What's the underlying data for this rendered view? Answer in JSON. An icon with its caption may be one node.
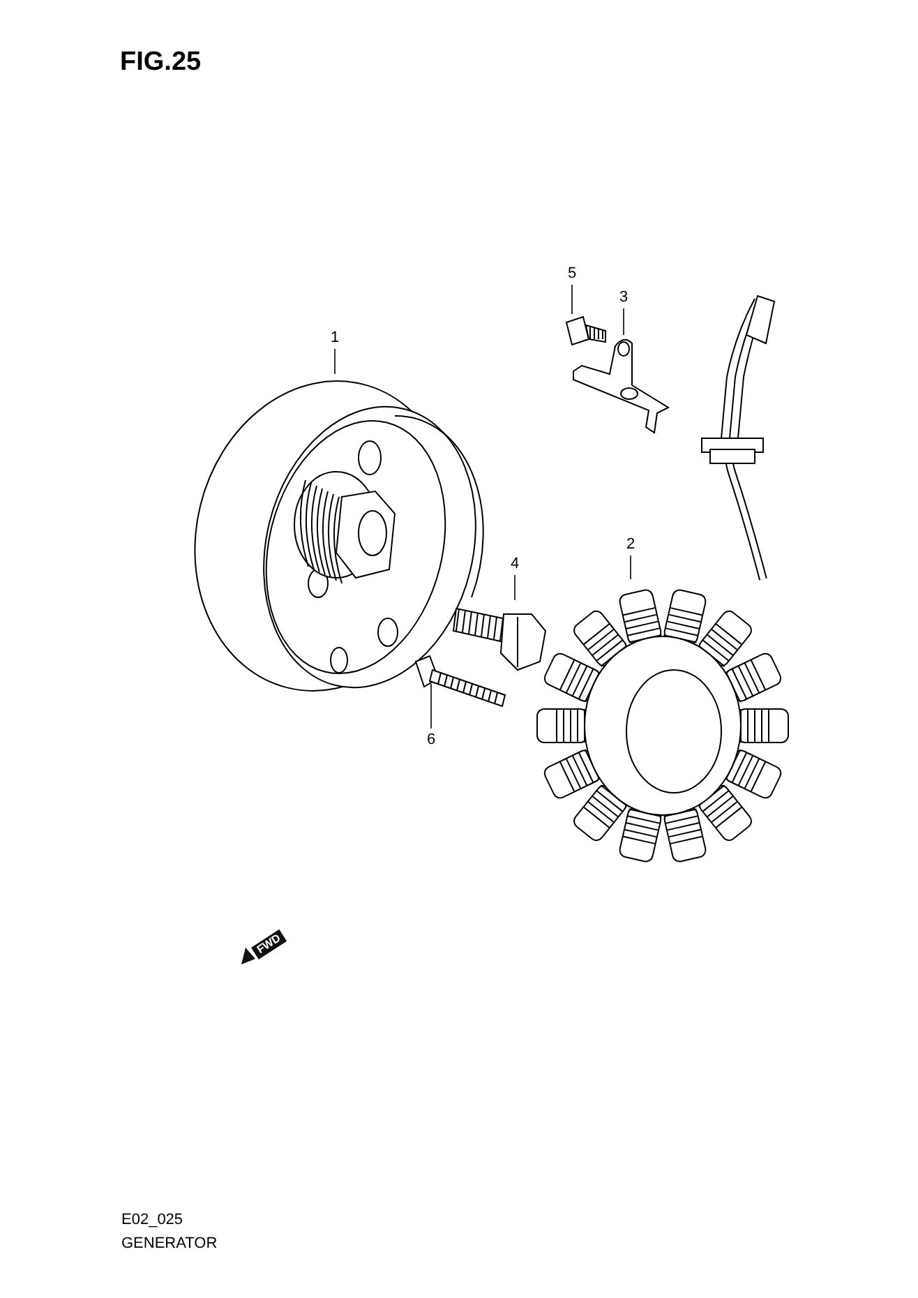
{
  "diagram": {
    "title": "FIG.25",
    "nodes": [
      {
        "text": [
          "1"
        ]
      },
      {
        "text": [
          "2"
        ]
      },
      {
        "text": [
          "3"
        ]
      },
      {
        "text": [
          "4"
        ]
      },
      {
        "text": [
          "5"
        ]
      },
      {
        "text": [
          "6"
        ]
      },
      {
        "text": [],
        "shape": "picture"
      },
      {
        "text": [],
        "shape": "picture"
      },
      {
        "text": [],
        "shape": "picture"
      },
      {
        "text": [],
        "shape": "picture"
      },
      {
        "text": [],
        "shape": "picture"
      },
      {
        "text": [],
        "shape": "picture"
      }
    ],
    "edges": [
      {
        "from": 0,
        "to": 6,
        "arrow": "none"
      },
      {
        "from": 1,
        "to": 7,
        "arrow": "none"
      },
      {
        "from": 2,
        "to": 8,
        "arrow": "none"
      },
      {
        "from": 3,
        "to": 9,
        "arrow": "none"
      },
      {
        "from": 4,
        "to": 10,
        "arrow": "none"
      },
      {
        "from": 5,
        "to": 11,
        "arrow": "none"
      }
    ],
    "labels": [
      "FWD",
      "E02_025",
      "GENERATOR"
    ]
  }
}
